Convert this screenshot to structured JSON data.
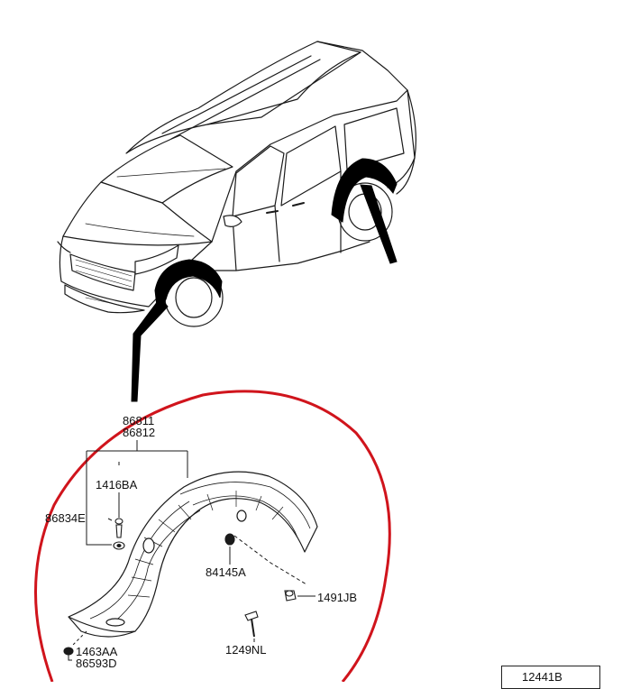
{
  "parts": {
    "p86811": "86811",
    "p86812": "86812",
    "p1416BA": "1416BA",
    "p86834E": "86834E",
    "p84145A": "84145A",
    "p1491JB": "1491JB",
    "p1249NL": "1249NL",
    "p1463AA": "1463AA",
    "p86593D": "86593D"
  },
  "reference_code": "12441B",
  "colors": {
    "callout_circle": "#d0141c",
    "line": "#1a1a1a",
    "fill_black": "#000000"
  }
}
